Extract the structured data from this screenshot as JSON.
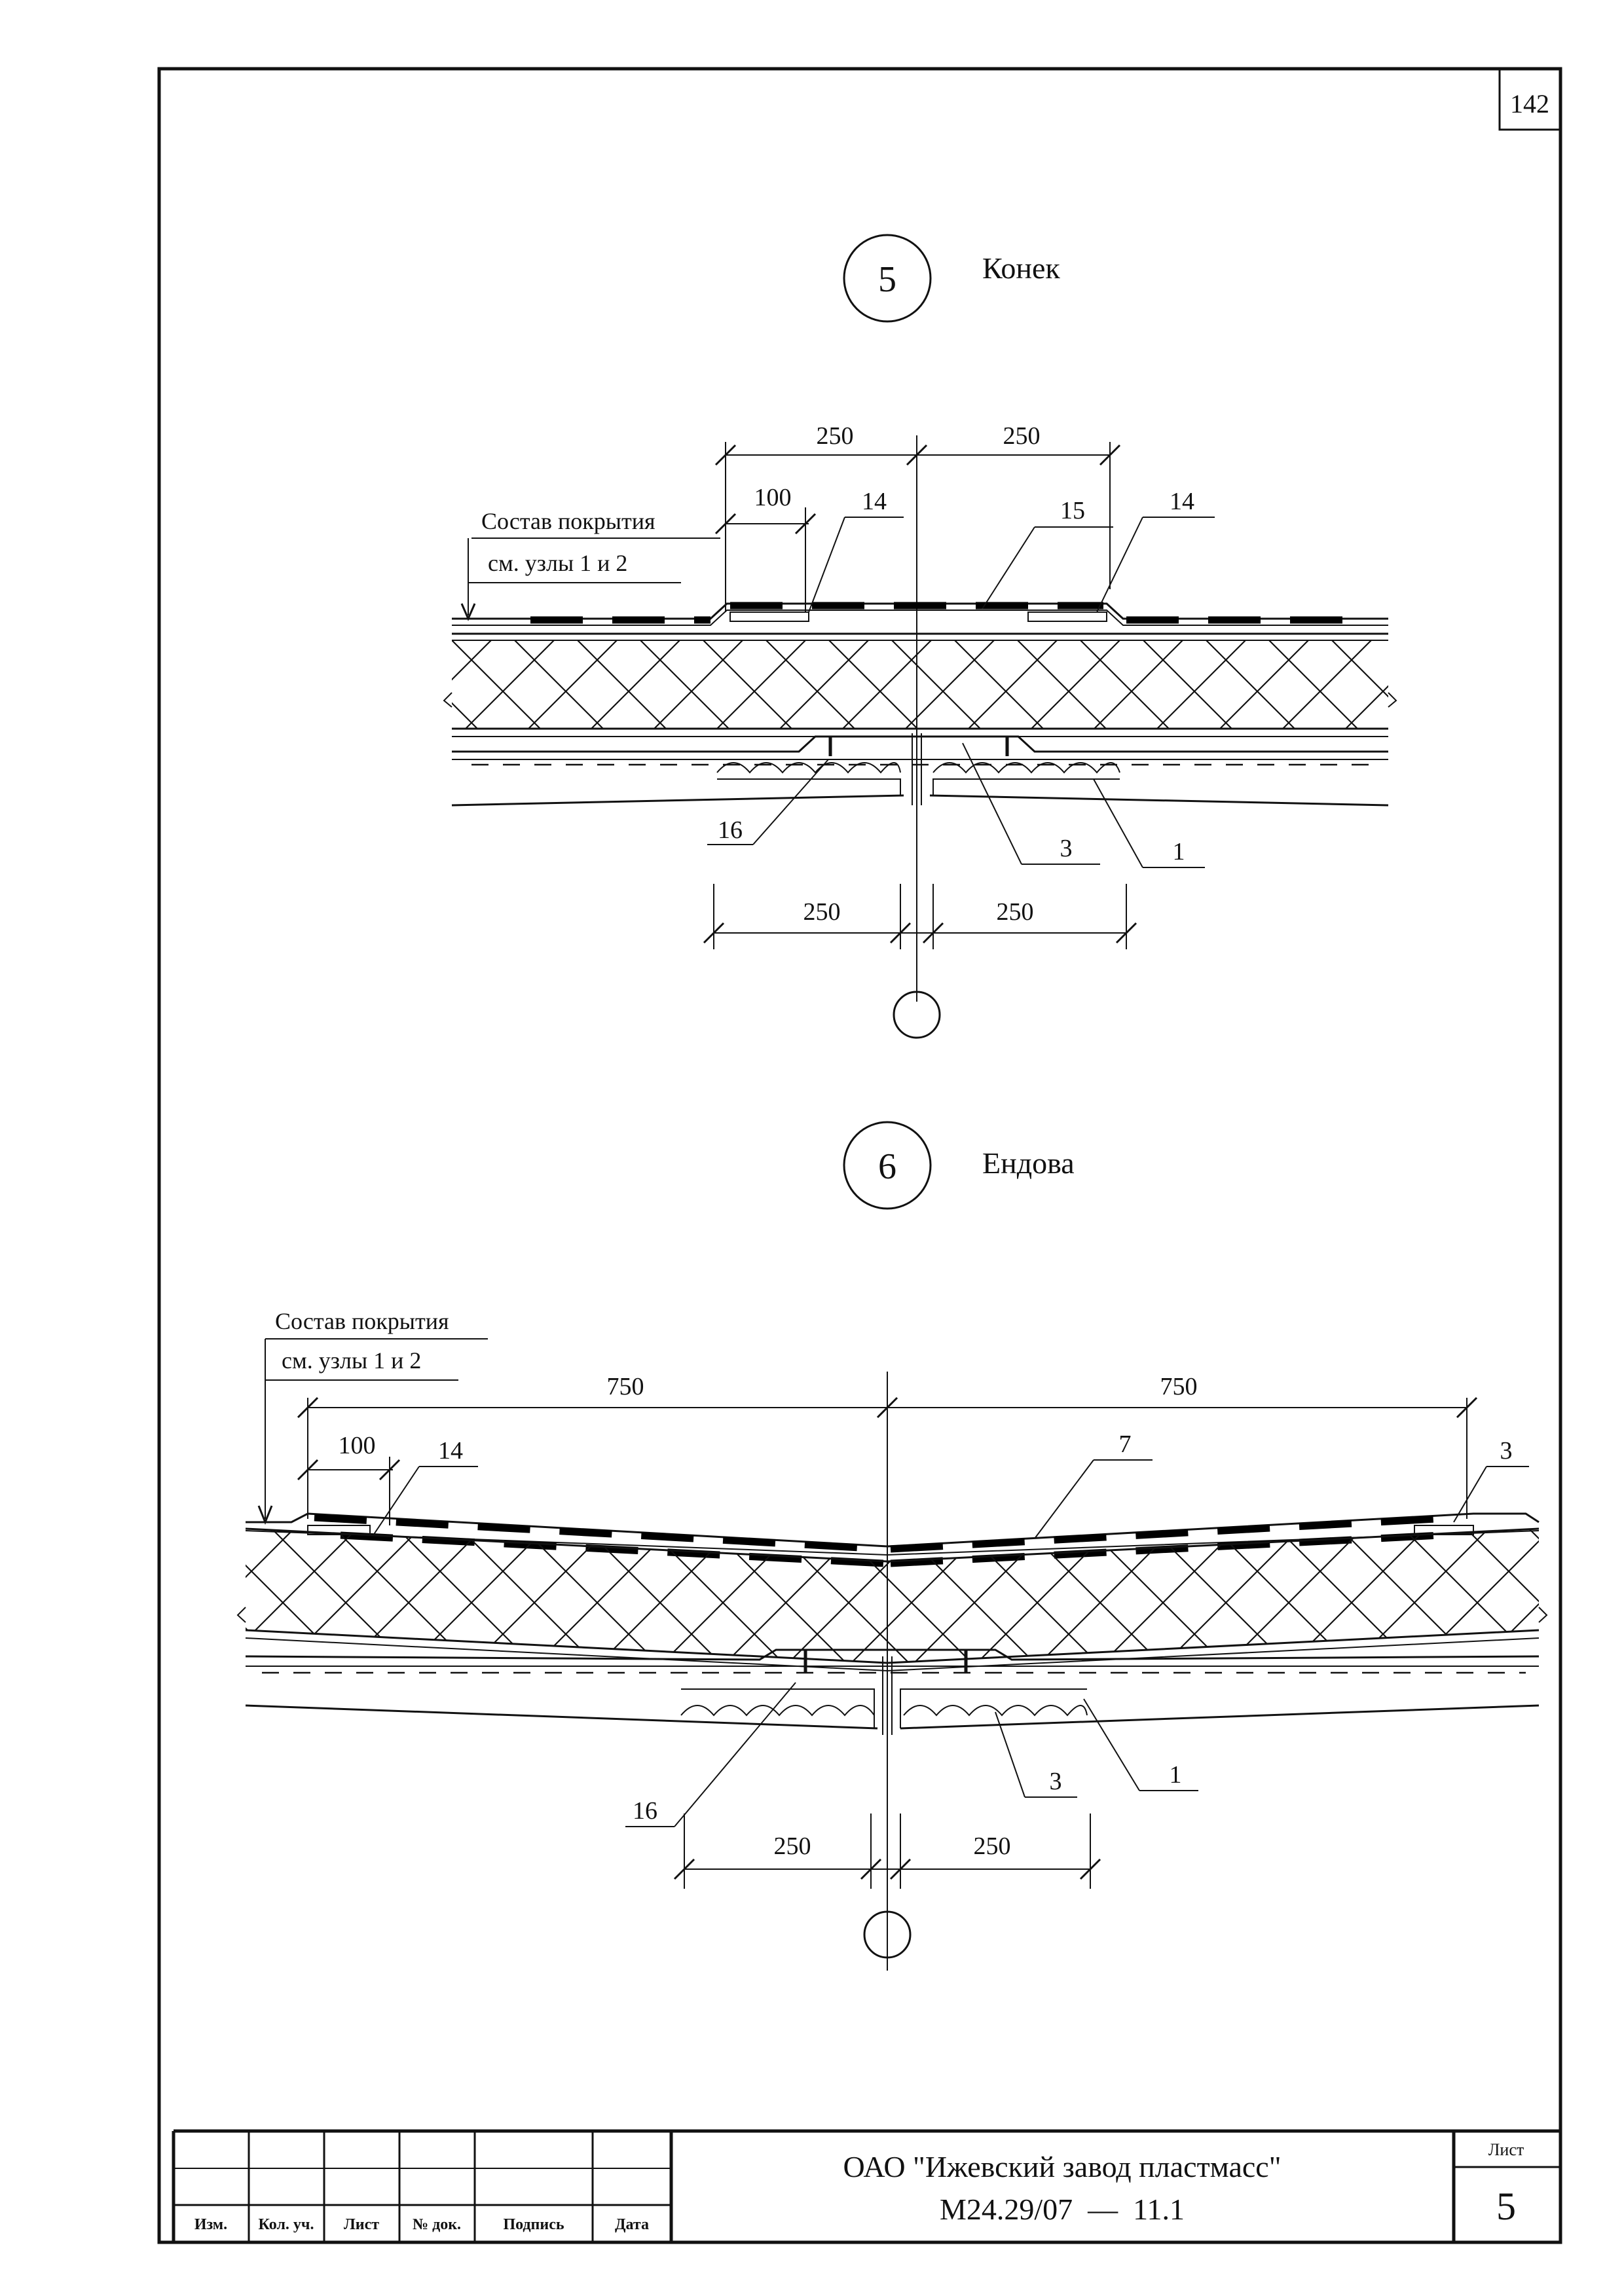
{
  "page_number": "142",
  "detail5": {
    "number": "5",
    "title": "Конек",
    "note_line1": "Состав покрытия",
    "note_line2": "см. узлы 1 и 2",
    "dims_top": [
      "250",
      "250"
    ],
    "dim_100": "100",
    "callouts_top": [
      "14",
      "15",
      "14"
    ],
    "callouts_bottom": [
      "16",
      "3",
      "1"
    ],
    "dims_bottom": [
      "250",
      "250"
    ]
  },
  "detail6": {
    "number": "6",
    "title": "Ендова",
    "note_line1": "Состав покрытия",
    "note_line2": "см. узлы 1 и 2",
    "dims_top": [
      "750",
      "750"
    ],
    "dim_100": "100",
    "callouts_top": [
      "14",
      "7",
      "3"
    ],
    "callouts_bottom": [
      "16",
      "3",
      "1"
    ],
    "dims_bottom": [
      "250",
      "250"
    ]
  },
  "title_block": {
    "columns": [
      "Изм.",
      "Кол. уч.",
      "Лист",
      "№ док.",
      "Подпись",
      "Дата"
    ],
    "organization": "ОАО \"Ижевский завод пластмасс\"",
    "document_code": "М24.29/07  —  11.1",
    "sheet_label": "Лист",
    "sheet_number": "5"
  }
}
